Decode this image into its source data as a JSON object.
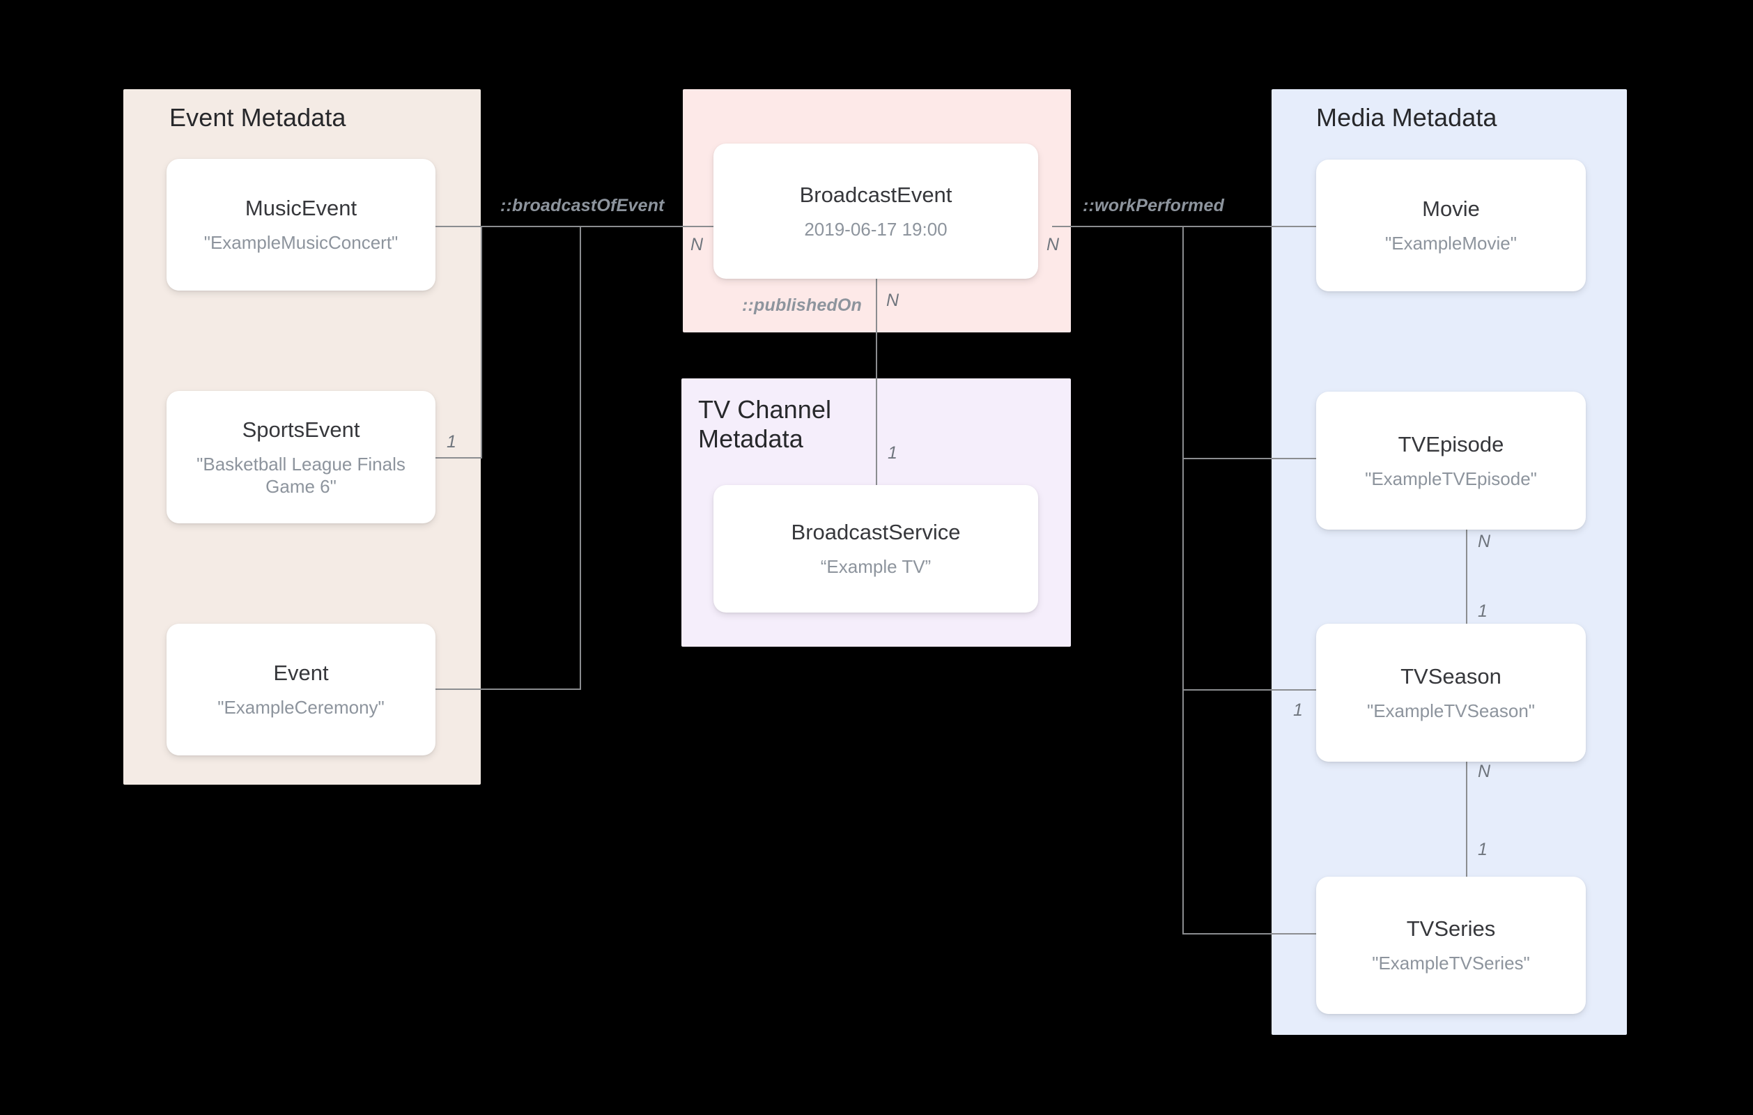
{
  "diagram": {
    "title": "Broadcast / Media metadata entity relationship diagram",
    "colors": {
      "event_panel": "#f4ebe5",
      "broadcast_panel": "#fde9e8",
      "tvchannel_panel": "#f5eefb",
      "media_panel": "#e6edfb",
      "node_bg": "#ffffff",
      "node_title": "#36373b",
      "node_value": "#8d949d",
      "edge": "#8b8d90",
      "panel_title": "#27282b",
      "canvas": "#000000"
    }
  },
  "groups": [
    {
      "id": "event-metadata",
      "title": "Event Metadata"
    },
    {
      "id": "broadcast-metadata",
      "title": ""
    },
    {
      "id": "tv-channel-metadata",
      "title": "TV Channel\nMetadata"
    },
    {
      "id": "media-metadata",
      "title": "Media Metadata"
    }
  ],
  "nodes": [
    {
      "id": "music-event",
      "type": "MusicEvent",
      "value": "\"ExampleMusicConcert\""
    },
    {
      "id": "sports-event",
      "type": "SportsEvent",
      "value": "\"Basketball League Finals Game 6\""
    },
    {
      "id": "event",
      "type": "Event",
      "value": "\"ExampleCeremony\""
    },
    {
      "id": "broadcast-event",
      "type": "BroadcastEvent",
      "value": "2019-06-17 19:00"
    },
    {
      "id": "broadcast-service",
      "type": "BroadcastService",
      "value": "“Example TV”"
    },
    {
      "id": "movie",
      "type": "Movie",
      "value": "\"ExampleMovie\""
    },
    {
      "id": "tv-episode",
      "type": "TVEpisode",
      "value": "\"ExampleTVEpisode\""
    },
    {
      "id": "tv-season",
      "type": "TVSeason",
      "value": "\"ExampleTVSeason\""
    },
    {
      "id": "tv-series",
      "type": "TVSeries",
      "value": "\"ExampleTVSeries\""
    }
  ],
  "relations": [
    {
      "id": "broadcast-of-event",
      "label": "::broadcastOfEvent",
      "from": "broadcast-event",
      "to": "event-group",
      "from_card": "N",
      "to_card": "1"
    },
    {
      "id": "published-on",
      "label": "::publishedOn",
      "from": "broadcast-event",
      "to": "broadcast-service",
      "from_card": "N",
      "to_card": "1"
    },
    {
      "id": "work-performed",
      "label": "::workPerformed",
      "from": "broadcast-event",
      "to": "media-group",
      "from_card": "N",
      "to_card": "1"
    },
    {
      "id": "episode-season",
      "label": "",
      "from": "tv-episode",
      "to": "tv-season",
      "from_card": "N",
      "to_card": "1"
    },
    {
      "id": "season-series",
      "label": "",
      "from": "tv-season",
      "to": "tv-series",
      "from_card": "N",
      "to_card": "1"
    }
  ],
  "cardinalities": {
    "broadcast_event_left": "N",
    "broadcast_event_right": "N",
    "broadcast_event_bottom": "N",
    "sports_event_right": "1",
    "broadcast_service_top": "1",
    "tv_episode_bottom": "N",
    "tv_season_top": "1",
    "tv_season_left": "1",
    "tv_season_bottom": "N",
    "tv_series_top": "1"
  },
  "labels": {
    "broadcast_of_event": "::broadcastOfEvent",
    "published_on": "::publishedOn",
    "work_performed": "::workPerformed"
  }
}
